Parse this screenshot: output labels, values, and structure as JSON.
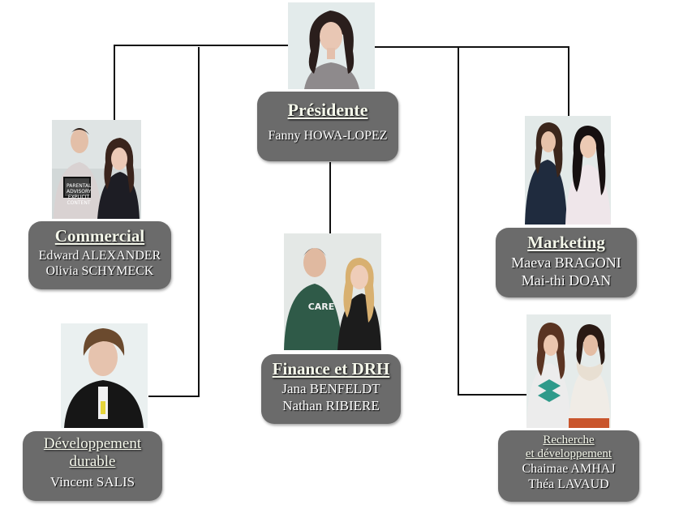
{
  "president": {
    "title": "Présidente",
    "names": [
      "Fanny HOWA-LOPEZ"
    ]
  },
  "commercial": {
    "title": "Commercial",
    "names": [
      "Edward ALEXANDER",
      "Olivia SCHYMECK"
    ]
  },
  "finance": {
    "title": "Finance et DRH",
    "names": [
      "Jana BENFELDT",
      "Nathan RIBIERE"
    ]
  },
  "marketing": {
    "title": "Marketing",
    "names": [
      "Maeva BRAGONI",
      "Mai-thi DOAN"
    ]
  },
  "durable": {
    "title_line1": "Développement",
    "title_line2": "durable",
    "names": [
      "Vincent SALIS"
    ]
  },
  "recherche": {
    "title_line1": "Recherche",
    "title_line2": "et développement",
    "names": [
      "Chaimae AMHAJ",
      "Théa LAVAUD"
    ]
  },
  "photo_tshirt_text": "PARENTAL ADVISORY EXPLICIT CONTENT",
  "photo_sweat_text": "CARE"
}
